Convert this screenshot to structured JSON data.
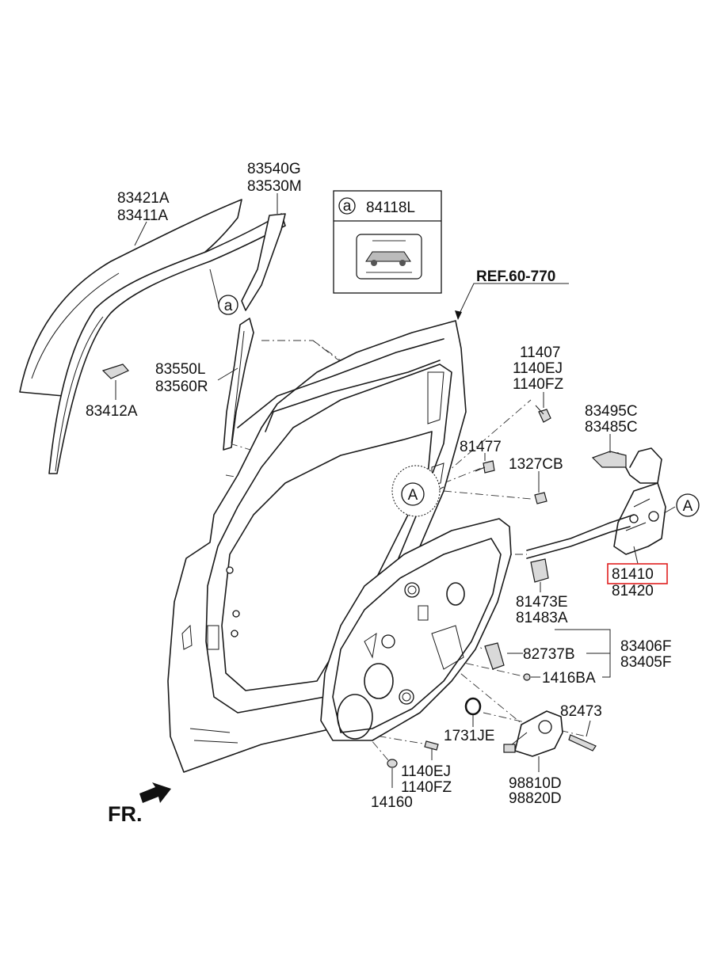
{
  "diagram": {
    "labels": {
      "glass": [
        "83421A",
        "83411A"
      ],
      "channel_upper": [
        "83540G",
        "83530M"
      ],
      "label_box_code": "84118L",
      "label_box_ref": "a",
      "ref": "REF.60-770",
      "glass_ref": "a",
      "clip": "83412A",
      "channel_lower": [
        "83550L",
        "83560R"
      ],
      "bolts": [
        "11407",
        "1140EJ",
        "1140FZ"
      ],
      "screw": "81477",
      "nut": "1327CB",
      "cable": [
        "83495C",
        "83485C"
      ],
      "latch": [
        "81410",
        "81420"
      ],
      "latch_ref": "A",
      "door_ref": "A",
      "bracket": [
        "81473E",
        "81483A"
      ],
      "regulator": [
        "83406F",
        "83405F"
      ],
      "reg_bracket": "82737B",
      "reg_screw": "1416BA",
      "bolt_right": "82473",
      "grommet": "1731JE",
      "bolt_bottom": [
        "1140EJ",
        "1140FZ"
      ],
      "plug": "14160",
      "motor": [
        "98810D",
        "98820D"
      ],
      "front": "FR."
    },
    "highlight_color": "#e02020"
  }
}
